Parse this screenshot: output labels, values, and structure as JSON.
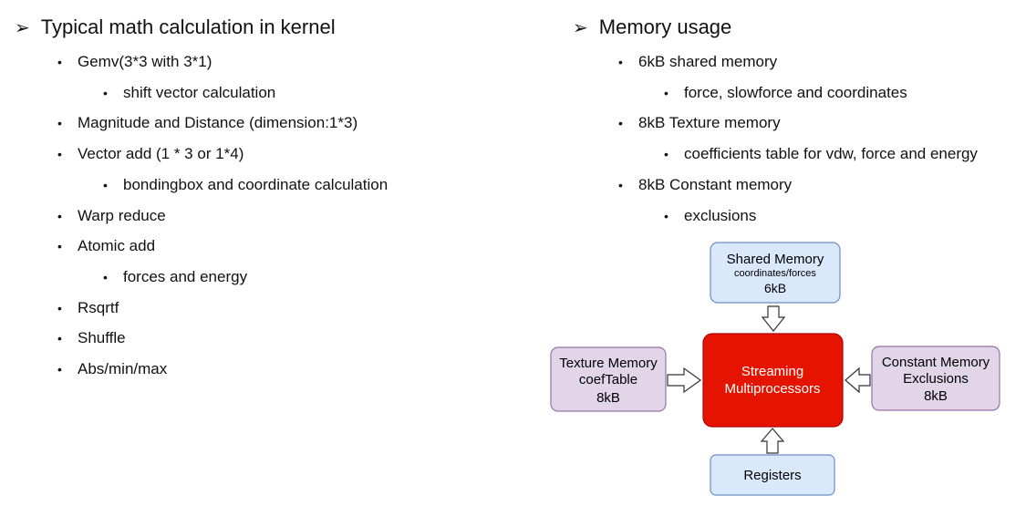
{
  "left": {
    "heading": "Typical math calculation in kernel",
    "items": [
      {
        "level": 1,
        "text": "Gemv(3*3 with 3*1)"
      },
      {
        "level": 2,
        "text": "shift vector calculation"
      },
      {
        "level": 1,
        "text": "Magnitude and Distance (dimension:1*3)"
      },
      {
        "level": 1,
        "text": "Vector add (1 * 3 or 1*4)"
      },
      {
        "level": 2,
        "text": "bondingbox and coordinate calculation"
      },
      {
        "level": 1,
        "text": "Warp reduce"
      },
      {
        "level": 1,
        "text": "Atomic add"
      },
      {
        "level": 2,
        "text": "forces and energy"
      },
      {
        "level": 1,
        "text": "Rsqrtf"
      },
      {
        "level": 1,
        "text": "Shuffle"
      },
      {
        "level": 1,
        "text": "Abs/min/max"
      }
    ]
  },
  "right": {
    "heading": "Memory usage",
    "items": [
      {
        "level": 1,
        "text": "6kB shared memory"
      },
      {
        "level": 2,
        "text": "force, slowforce and coordinates"
      },
      {
        "level": 1,
        "text": "8kB Texture memory"
      },
      {
        "level": 2,
        "text": "coefficients table for vdw, force and energy"
      },
      {
        "level": 1,
        "text": "8kB Constant memory"
      },
      {
        "level": 2,
        "text": "exclusions"
      }
    ]
  },
  "diagram": {
    "shared": {
      "line1": "Shared Memory",
      "line2": "coordinates/forces",
      "line3": "6kB"
    },
    "texture": {
      "line1": "Texture Memory",
      "line2": "coefTable",
      "line3": "8kB"
    },
    "sm": {
      "line1": "Streaming",
      "line2": "Multiprocessors"
    },
    "constant": {
      "line1": "Constant Memory",
      "line2": "Exclusions",
      "line3": "8kB"
    },
    "registers": {
      "line1": "Registers"
    },
    "colors": {
      "blue_fill": "#dae8fc",
      "blue_stroke": "#6c8ebf",
      "purple_fill": "#e1d5e7",
      "purple_stroke": "#9673a6",
      "red_fill": "#e51400",
      "red_stroke": "#b20000"
    }
  }
}
